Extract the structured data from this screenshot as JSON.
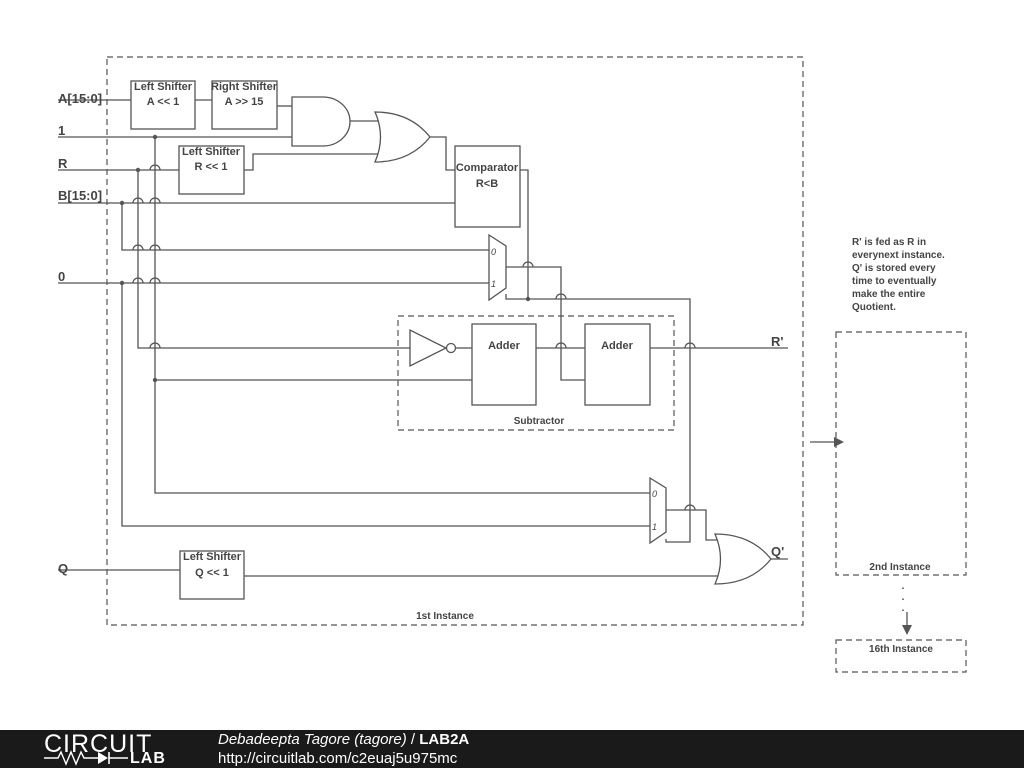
{
  "diagram": {
    "inputs": {
      "a": "A[15:0]",
      "one": "1",
      "r": "R",
      "b": "B[15:0]",
      "zero": "0",
      "q": "Q"
    },
    "outputs": {
      "r_prime": "R'",
      "q_prime": "Q'"
    },
    "blocks": {
      "left_shifter_a": {
        "title": "Left Shifter",
        "op": "A << 1"
      },
      "right_shifter_a": {
        "title": "Right Shifter",
        "op": "A >> 15"
      },
      "left_shifter_r": {
        "title": "Left Shifter",
        "op": "R << 1"
      },
      "comparator": {
        "title": "Comparator",
        "op": "R<B"
      },
      "adder_1": {
        "title": "Adder"
      },
      "adder_2": {
        "title": "Adder"
      },
      "left_shifter_q": {
        "title": "Left Shifter",
        "op": "Q << 1"
      }
    },
    "mux_labels": {
      "in0": "0",
      "in1": "1"
    },
    "groups": {
      "subtractor": "Subtractor",
      "first_instance": "1st Instance",
      "second_instance": "2nd Instance",
      "sixteenth_instance": "16th Instance"
    },
    "note_lines": [
      "R' is fed as R in",
      "everynext instance.",
      "Q' is stored every",
      "time to eventually",
      "make the entire",
      "Quotient."
    ],
    "ellipsis": "."
  },
  "footer": {
    "logo_top": "CIRCUIT",
    "logo_bottom": "LAB",
    "author": "Debadeepta Tagore (tagore)",
    "separator": " / ",
    "project": "LAB2A",
    "url": "http://circuitlab.com/c2euaj5u975mc"
  },
  "colors": {
    "line": "#555555",
    "text": "#444444",
    "footer_bg": "#1a1a1a",
    "footer_text": "#ffffff"
  }
}
